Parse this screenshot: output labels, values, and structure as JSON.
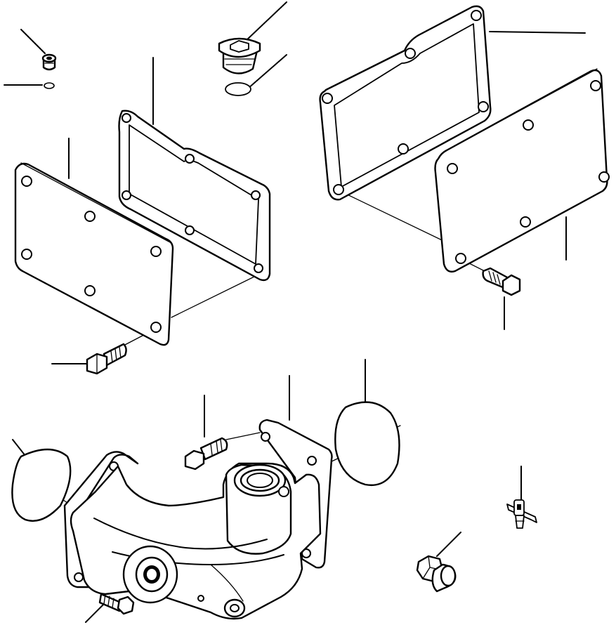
{
  "diagram": {
    "labels": [],
    "parts": [
      "drain-plug-small",
      "o-ring-small",
      "hex-socket-plug",
      "gasket-ring",
      "cover-plate-left",
      "cover-gasket-left",
      "bolt-left-cover",
      "cover-gasket-right",
      "cover-plate-right",
      "bolt-right-cover",
      "elbow-housing",
      "round-gasket-left",
      "round-gasket-right",
      "bolt-housing-top",
      "bolt-housing-bottom",
      "sensor-fitting",
      "hex-plug-large"
    ]
  }
}
